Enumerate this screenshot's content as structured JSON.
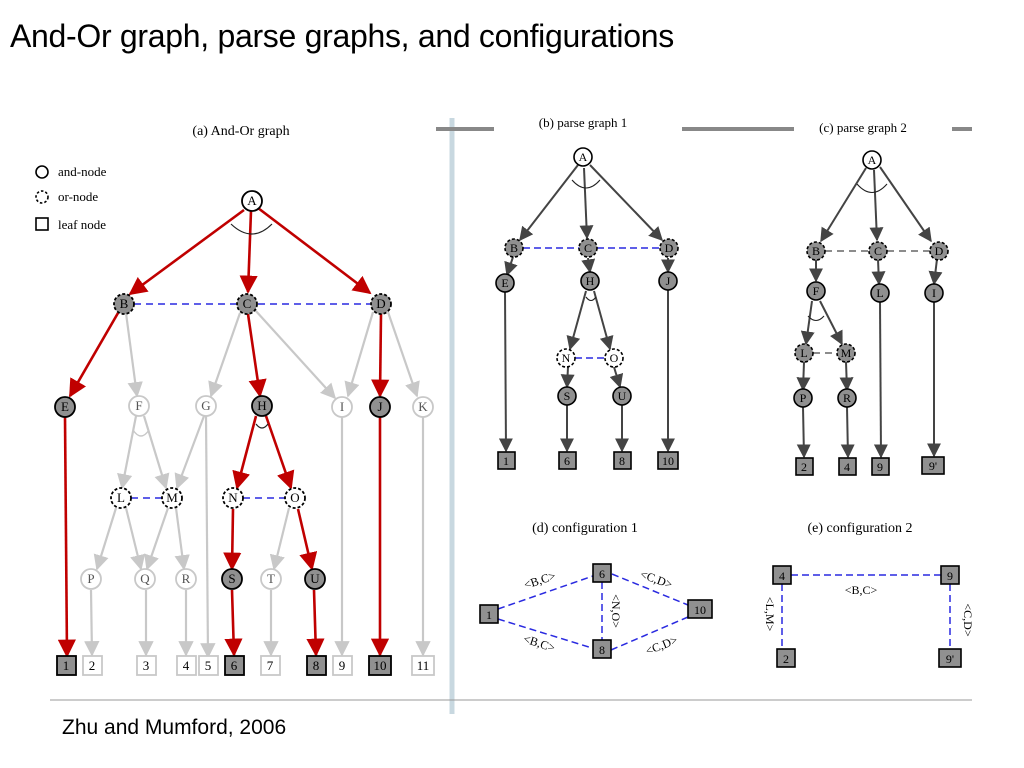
{
  "slide": {
    "title": "And-Or graph, parse graphs, and configurations",
    "citation": "Zhu and Mumford, 2006"
  },
  "colors": {
    "selected_edge": "#c00000",
    "unselected_edge": "#c8c8c8",
    "parse_edge": "#444444",
    "or_link": "#2a2ae0",
    "node_active_fill": "#909090",
    "node_inactive_fill": "#ffffff",
    "divider": "#c8d8e0"
  },
  "legend": {
    "and_node": "and-node",
    "or_node": "or-node",
    "leaf_node": "leaf node"
  },
  "panels": {
    "a": "(a) And-Or graph",
    "b": "(b) parse graph 1",
    "c": "(c) parse graph 2",
    "d": "(d) configuration 1",
    "e": "(e) configuration 2"
  },
  "nodes_a": {
    "A": "A",
    "B": "B",
    "C": "C",
    "D": "D",
    "E": "E",
    "F": "F",
    "G": "G",
    "H": "H",
    "I": "I",
    "J": "J",
    "K": "K",
    "L": "L",
    "M": "M",
    "N": "N",
    "O": "O",
    "P": "P",
    "Q": "Q",
    "R": "R",
    "S": "S",
    "T": "T",
    "U": "U",
    "leaf1": "1",
    "leaf2": "2",
    "leaf3": "3",
    "leaf4": "4",
    "leaf5": "5",
    "leaf6": "6",
    "leaf7": "7",
    "leaf8": "8",
    "leaf9": "9",
    "leaf10": "10",
    "leaf11": "11"
  },
  "nodes_b": {
    "A": "A",
    "B": "B",
    "C": "C",
    "D": "D",
    "E": "E",
    "H": "H",
    "J": "J",
    "N": "N",
    "O": "O",
    "S": "S",
    "U": "U",
    "leaf1": "1",
    "leaf6": "6",
    "leaf8": "8",
    "leaf10": "10"
  },
  "nodes_c": {
    "A": "A",
    "B": "B",
    "C": "C",
    "D": "D",
    "F": "F",
    "L2": "L",
    "I": "I",
    "L": "L",
    "M": "M",
    "P": "P",
    "R": "R",
    "leaf2": "2",
    "leaf4": "4",
    "leaf9": "9",
    "leaf9p": "9'"
  },
  "config1": {
    "n1": "1",
    "n6": "6",
    "n8": "8",
    "n10": "10",
    "e_1_6": "<B,C>",
    "e_6_10": "<C,D>",
    "e_6_8": "<N,O>",
    "e_1_8": "<B,C>",
    "e_8_10": "<C,D>"
  },
  "config2": {
    "n4": "4",
    "n9": "9",
    "n2": "2",
    "n9p": "9'",
    "e_4_9": "<B,C>",
    "e_4_2": "<L,M>",
    "e_9_9p": "<C,D>"
  }
}
